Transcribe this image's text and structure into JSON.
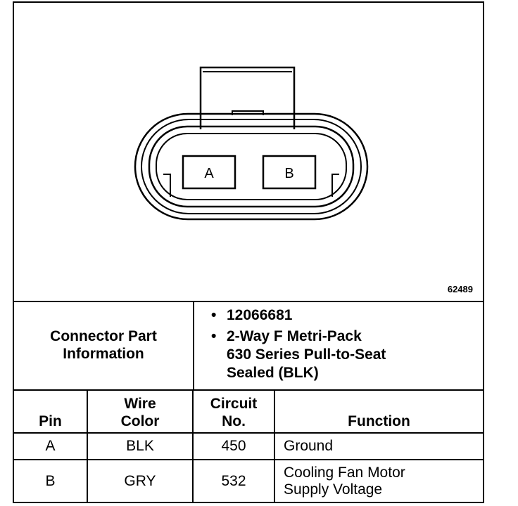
{
  "figure_id": "62489",
  "connector": {
    "pins": [
      "A",
      "B"
    ]
  },
  "info": {
    "label_line1": "Connector Part",
    "label_line2": "Information",
    "items": [
      {
        "lines": [
          "12066681"
        ]
      },
      {
        "lines": [
          "2-Way F Metri-Pack",
          "630 Series Pull-to-Seat",
          "Sealed (BLK)"
        ]
      }
    ]
  },
  "table": {
    "headers": {
      "pin": "Pin",
      "wire_color_1": "Wire",
      "wire_color_2": "Color",
      "circuit_1": "Circuit",
      "circuit_2": "No.",
      "function": "Function"
    },
    "rows": [
      {
        "pin": "A",
        "color": "BLK",
        "circuit": "450",
        "function_1": "Ground",
        "function_2": ""
      },
      {
        "pin": "B",
        "color": "GRY",
        "circuit": "532",
        "function_1": "Cooling Fan Motor",
        "function_2": "Supply Voltage"
      }
    ]
  }
}
